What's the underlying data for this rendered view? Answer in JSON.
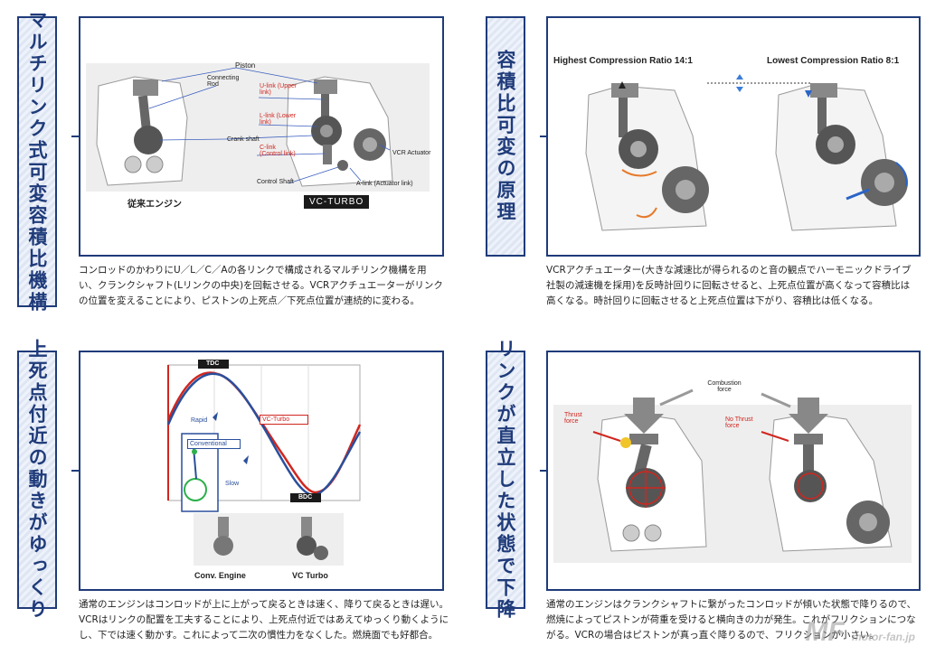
{
  "panels": [
    {
      "title": "マルチリンク式可変容積比機構",
      "description": "コンロッドのかわりにU／L／C／Aの各リンクで構成されるマルチリンク機構を用い、クランクシャフト(Lリンクの中央)を回転させる。VCRアクチュエーターがリンクの位置を変えることにより、ピストンの上死点／下死点位置が連続的に変わる。",
      "labels": {
        "piston": "Piston",
        "connecting_rod": "Connecting Rod",
        "u_link": "U-link (Upper link)",
        "l_link": "L-link (Lower link)",
        "crank_shaft": "Crank shaft",
        "c_link": "C-link (Control link)",
        "vcr_actuator": "VCR Actuator",
        "control_shaft": "Control Shaft",
        "a_link": "A-link (Actuator link)",
        "conventional": "従来エンジン",
        "vc_turbo": "VC-TURBO"
      }
    },
    {
      "title": "容積比可変の原理",
      "description": "VCRアクチュエーター(大きな減速比が得られるのと音の観点でハーモニックドライブ社製の減速機を採用)を反時計回りに回転させると、上死点位置が高くなって容積比は高くなる。時計回りに回転させると上死点位置は下がり、容積比は低くなる。",
      "labels": {
        "highest": "Highest Compression Ratio 14:1",
        "lowest": "Lowest Compression Ratio 8:1"
      }
    },
    {
      "title": "上死点付近の動きがゆっくり",
      "description": "通常のエンジンはコンロッドが上に上がって戻るときは速く、降りて戻るときは遅い。VCRはリンクの配置を工夫することにより、上死点付近ではあえてゆっくり動くようにし、下では速く動かす。これによって二次の慣性力をなくした。燃焼面でも好都合。",
      "labels": {
        "tdc": "TDC",
        "bdc": "BDC",
        "rapid": "Rapid",
        "slow": "Slow",
        "vc_turbo_curve": "VC-Turbo",
        "conventional_curve": "Conventional",
        "conv_engine": "Conv. Engine",
        "vc_turbo": "VC Turbo"
      }
    },
    {
      "title": "リンクが直立した状態で下降",
      "description": "通常のエンジンはクランクシャフトに繋がったコンロッドが傾いた状態で降りるので、燃焼によってピストンが荷重を受けると横向きの力が発生。これがフリクションにつながる。VCRの場合はピストンが真っ直ぐ降りるので、フリクションが小さい。",
      "labels": {
        "combustion_force": "Combustion force",
        "thrust_force": "Thrust force",
        "no_thrust_force": "No Thrust force"
      }
    }
  ],
  "watermark": {
    "logo": "MF",
    "site": "motor-fan.jp"
  },
  "colors": {
    "navy": "#1f3b7a",
    "red": "#d0261f",
    "blue": "#2a4f9c"
  }
}
